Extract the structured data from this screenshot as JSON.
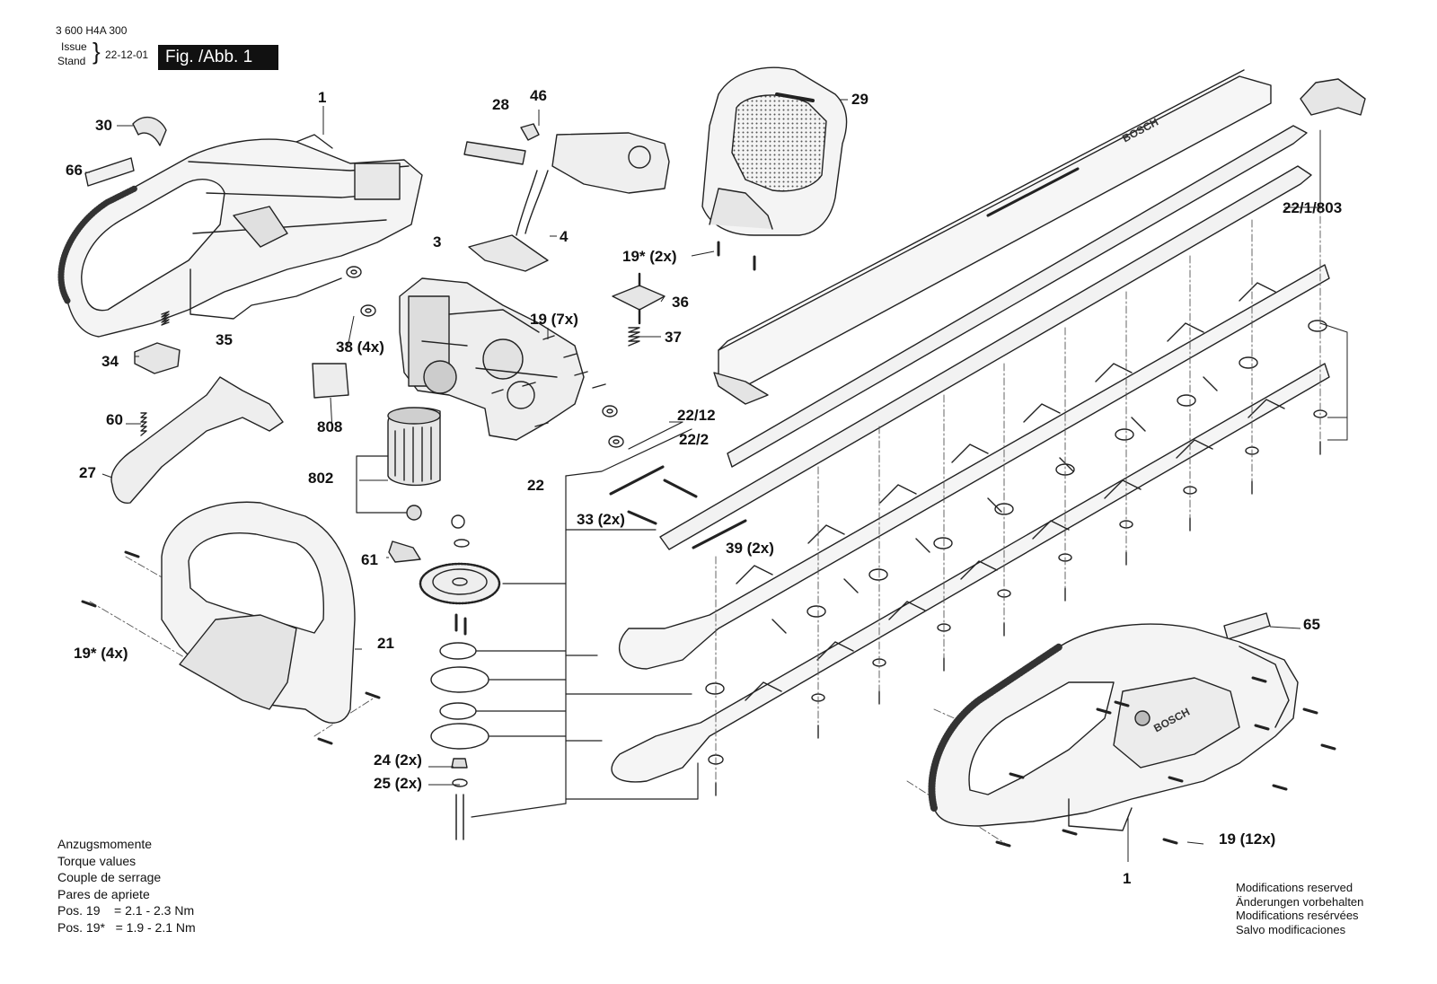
{
  "header": {
    "doc_number": "3 600 H4A 300",
    "issue_label": "Issue",
    "stand_label": "Stand",
    "date": "22-12-01",
    "figure": "Fig. /Abb. 1"
  },
  "parts": {
    "p1_top": "1",
    "p28": "28",
    "p46": "46",
    "p29": "29",
    "p30": "30",
    "p66": "66",
    "p4": "4",
    "p3": "3",
    "p19_2x": "19* (2x)",
    "p22_1_803": "22/1/803",
    "p36": "36",
    "p19_7x": "19 (7x)",
    "p35": "35",
    "p38_4x": "38 (4x)",
    "p37": "37",
    "p34": "34",
    "p60": "60",
    "p808": "808",
    "p22_12": "22/12",
    "p22_2": "22/2",
    "p27": "27",
    "p802": "802",
    "p22": "22",
    "p33_2x": "33 (2x)",
    "p39_2x": "39 (2x)",
    "p61": "61",
    "p21": "21",
    "p19_4x": "19* (4x)",
    "p65": "65",
    "p24_2x": "24 (2x)",
    "p25_2x": "25 (2x)",
    "p19_12x": "19 (12x)",
    "p1_bottom": "1"
  },
  "torque_notes": {
    "line1": "Anzugsmomente",
    "line2": "Torque values",
    "line3": "Couple de serrage",
    "line4": "Pares de apriete",
    "line5": "Pos. 19    = 2.1 - 2.3 Nm",
    "line6": "Pos. 19*   = 1.9 - 2.1 Nm"
  },
  "modifications": {
    "line1": "Modifications reserved",
    "line2": "Änderungen vorbehalten",
    "line3": "Modifications resérvées",
    "line4": "Salvo modificaciones"
  },
  "logo_text": "BOSCH"
}
